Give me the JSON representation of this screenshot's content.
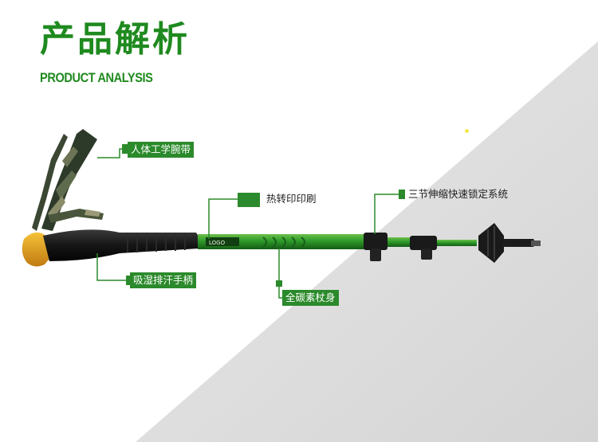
{
  "heading": {
    "title_cn": "产品解析",
    "title_en": "PRODUCT ANALYSIS"
  },
  "callouts": {
    "wrist_strap": "人体工学腕带",
    "heat_transfer": "热转印印刷",
    "lock_system": "三节伸缩快速锁定系统",
    "grip": "吸湿排汗手柄",
    "carbon_body": "全碳素杖身"
  },
  "colors": {
    "accent_green": "#1f8a1f",
    "shaft_green": "#2f9a2a",
    "grip_black": "#161616",
    "cap_yellow": "#e3a21a",
    "diagonal_gray": "#dedede"
  }
}
